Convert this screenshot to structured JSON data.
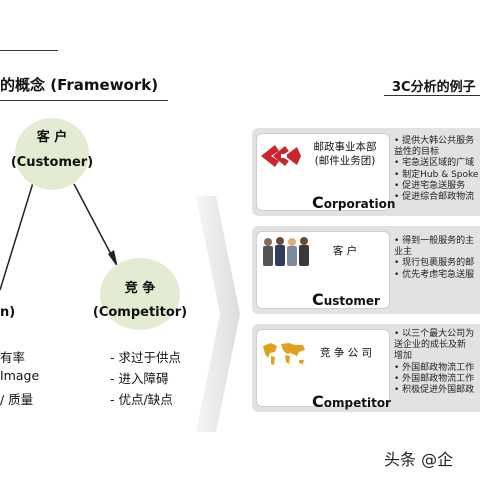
{
  "left": {
    "title": "的概念 (Framework)",
    "customer": {
      "name": "客 户",
      "en": "(Customer)"
    },
    "competitor": {
      "name": "竞 争",
      "en": "(Competitor)"
    },
    "corp_partial": "n)",
    "corp_attrs": [
      "有率",
      "Image",
      "/ 质量"
    ],
    "competitor_attrs": [
      "- 求过于供点",
      "- 进入障碍",
      "- 优点/缺点"
    ]
  },
  "right": {
    "title": "3C分析的例子",
    "corporation": {
      "org": [
        "邮政事业本部",
        "(邮件业务团)"
      ],
      "footer_cap": "C",
      "footer_rest": "orporation",
      "bullets": [
        "• 提供大韩公共服务",
        "   益性的目标",
        "• 宅急送区域的广域",
        "• 制定Hub & Spoke",
        "• 促进宅急送服务",
        "• 促进综合邮政物流"
      ]
    },
    "customer": {
      "org": [
        "客  户"
      ],
      "footer_cap": "C",
      "footer_rest": "ustomer",
      "bullets": [
        "• 得到一般服务的主",
        "   业主",
        "• 现行包裹服务的邮",
        "• 优先考虑宅急送服"
      ]
    },
    "competitor": {
      "org": [
        "竞 争 公 司"
      ],
      "footer_cap": "C",
      "footer_rest": "ompetitor",
      "bullets": [
        "• 以三个最大公司为",
        "   送企业的成长及新",
        "   增加",
        "• 外国邮政物流工作",
        "• 外国邮政物流工作",
        "• 积极促进外国邮政"
      ]
    }
  },
  "watermark": "头条 @企",
  "colors": {
    "ellipse": "#e3ecd3",
    "panel": "#e2e2e2",
    "logo_red": "#c8252c"
  }
}
